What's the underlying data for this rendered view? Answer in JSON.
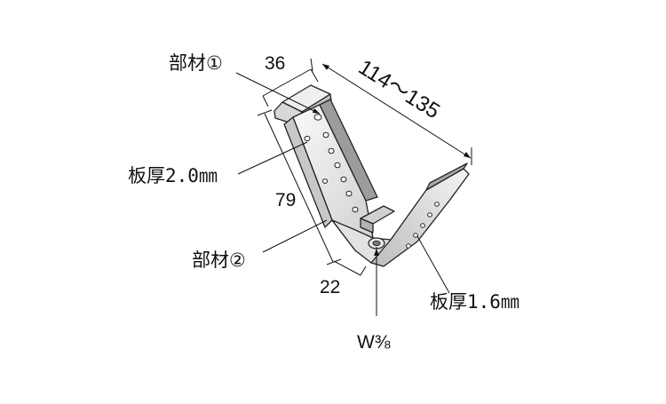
{
  "labels": {
    "member1": "部材①",
    "member2": "部材②",
    "plate1": "板厚2.0㎜",
    "plate2": "板厚1.6㎜",
    "bolt": "W⅜"
  },
  "dimensions": {
    "width_top": "36",
    "span": "114～135",
    "height": "79",
    "width_bottom": "22"
  },
  "colors": {
    "line": "#111111",
    "metal_light": "#f2f2f2",
    "metal_mid": "#d6d6d6",
    "metal_dark": "#9a9a9a"
  }
}
